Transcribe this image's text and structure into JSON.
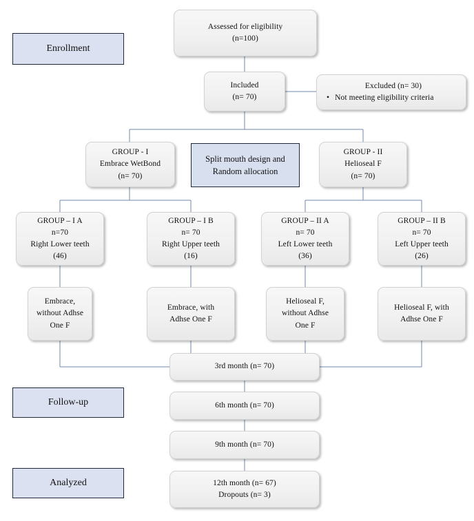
{
  "diagram": {
    "title": "CONSORT participant flow diagram",
    "colors": {
      "line": "#7089ac",
      "node_fill": "#f1f1f1",
      "node_border": "#d2d2d2",
      "stage_fill": "#dbe1f0",
      "stage_border": "#20283c",
      "callout_fill": "#d8dfee",
      "text": "#111111"
    }
  },
  "stages": [
    {
      "name": "enrollment",
      "label": "Enrollment"
    },
    {
      "name": "follow-up",
      "label": "Follow-up"
    },
    {
      "name": "analyzed",
      "label": "Analyzed"
    }
  ],
  "nodes": {
    "assessed": {
      "lines": [
        "Assessed for eligibility",
        "(n=100)"
      ]
    },
    "included": {
      "lines": [
        "Included",
        "(n= 70)"
      ]
    },
    "excluded": {
      "header": "Excluded  (n= 30)",
      "bullet": "Not meeting eligibility criteria"
    },
    "callout": {
      "lines": [
        "Split mouth design",
        "and Random",
        "allocation"
      ]
    },
    "group1": {
      "lines": [
        "GROUP  - I",
        "Embrace  WetBond",
        "(n= 70)"
      ]
    },
    "group2": {
      "lines": [
        "GROUP  - II",
        "Helioseal F",
        "(n= 70)"
      ]
    },
    "group1a": {
      "lines": [
        "GROUP  – I A",
        "n=70",
        "Right Lower teeth",
        "(46)"
      ]
    },
    "group1b": {
      "lines": [
        "GROUP  – I B",
        "n= 70",
        "Right Upper teeth",
        "(16)"
      ]
    },
    "group2a": {
      "lines": [
        "GROUP  – II A",
        "n= 70",
        "Left Lower teeth",
        "(36)"
      ]
    },
    "group2b": {
      "lines": [
        "GROUP  – II B",
        "n= 70",
        "Left Upper teeth",
        "(26)"
      ]
    },
    "treat1a": {
      "lines": [
        "Embrace,",
        "without  Adhse",
        "One F"
      ]
    },
    "treat1b": {
      "lines": [
        "Embrace, with",
        "Adhse One F"
      ]
    },
    "treat2a": {
      "lines": [
        "Helioseal F,",
        "without Adhse",
        "One F"
      ]
    },
    "treat2b": {
      "lines": [
        "Helioseal F, with",
        "Adhse One F"
      ]
    },
    "month3": {
      "lines": [
        "3rd month (n= 70)"
      ]
    },
    "month6": {
      "lines": [
        "6th month (n= 70)"
      ]
    },
    "month9": {
      "lines": [
        "9th month (n= 70)"
      ]
    },
    "month12": {
      "lines": [
        "12th month (n= 67)",
        "Dropouts (n= 3)"
      ]
    }
  }
}
